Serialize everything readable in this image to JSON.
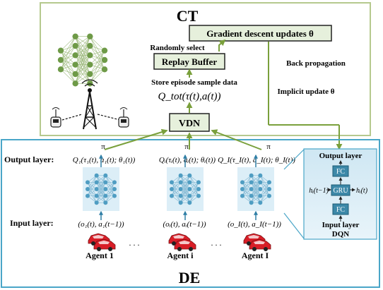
{
  "ct": {
    "title": "CT",
    "gradient_box": "Gradient descent updates θ",
    "randomly_select": "Randomly select",
    "replay_buffer": "Replay Buffer",
    "store_episode": "Store episode sample data",
    "q_tot": "Q_tot(τ(t),a(t))",
    "back_propagation": "Back propagation",
    "implicit_update": "Implicit update θ",
    "vdn": "VDN"
  },
  "de": {
    "title": "DE",
    "output_layer_label": "Output layer:",
    "input_layer_label": "Input layer:",
    "pi": "π",
    "ellipsis": ". . .",
    "agents": [
      {
        "name": "Agent 1",
        "q": "Q₁(τ₁(t), a₁(t); θ₁(t))",
        "obs": "(o₁(t), a₁(t−1))"
      },
      {
        "name": "Agent i",
        "q": "Qᵢ(τᵢ(t), aᵢ(t); θᵢ(t))",
        "obs": "(oᵢ(t), aᵢ(t−1))"
      },
      {
        "name": "Agent I",
        "q": "Q_I(τ_I(t), a_I(t); θ_I(t))",
        "obs": "(o_I(t), a_I(t−1))"
      }
    ]
  },
  "dqn": {
    "output_layer": "Output layer",
    "fc_top": "FC",
    "gru": "GRU",
    "fc_bottom": "FC",
    "input_layer": "Input layer",
    "h_in": "hᵢ(t−1)",
    "h_out": "hᵢ(t)",
    "label": "DQN"
  },
  "colors": {
    "ct_border": "#b5c98e",
    "de_border": "#4aa6c8",
    "box_fill": "#e6f0dc",
    "arrow": "#7aa03c",
    "node": "#6e9a47",
    "panel": "#dceef7",
    "fc_fill": "#3c88a8",
    "blue_arrow": "#2f7fa6",
    "car": "#d81e27"
  }
}
